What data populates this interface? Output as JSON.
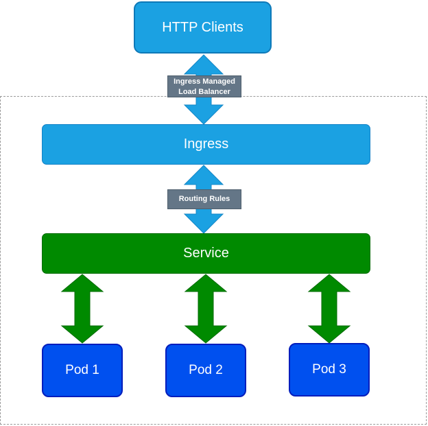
{
  "nodes": {
    "http_clients": "HTTP Clients",
    "ingress": "Ingress",
    "service": "Service",
    "pods": [
      "Pod 1",
      "Pod 2",
      "Pod 3"
    ]
  },
  "edge_labels": {
    "load_balancer_line1": "Ingress Managed",
    "load_balancer_line2": "Load Balancer",
    "routing_rules": "Routing Rules"
  },
  "colors": {
    "blue_node": "#1ba1e2",
    "blue_arrow": "#1ba1e2",
    "green_node": "#008a00",
    "green_arrow": "#008a00",
    "pod": "#0050ef",
    "edge_label_bg": "#647687",
    "boundary": "#9a9a9a"
  }
}
